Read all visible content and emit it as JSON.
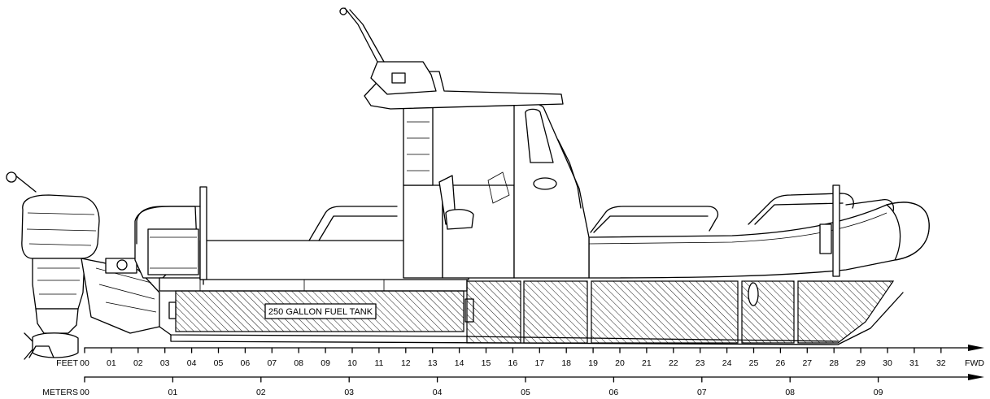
{
  "labels": {
    "tank": "250 GALLON FUEL TANK",
    "feet": "FEET",
    "meters": "METERS",
    "fwd": "FWD"
  },
  "scales": {
    "feet_ticks": [
      "00",
      "01",
      "02",
      "03",
      "04",
      "05",
      "06",
      "07",
      "08",
      "09",
      "10",
      "11",
      "12",
      "13",
      "14",
      "15",
      "16",
      "17",
      "18",
      "19",
      "20",
      "21",
      "22",
      "23",
      "24",
      "25",
      "26",
      "27",
      "28",
      "29",
      "30",
      "31",
      "32"
    ],
    "meter_ticks": [
      "00",
      "01",
      "02",
      "03",
      "04",
      "05",
      "06",
      "07",
      "08",
      "09"
    ]
  }
}
